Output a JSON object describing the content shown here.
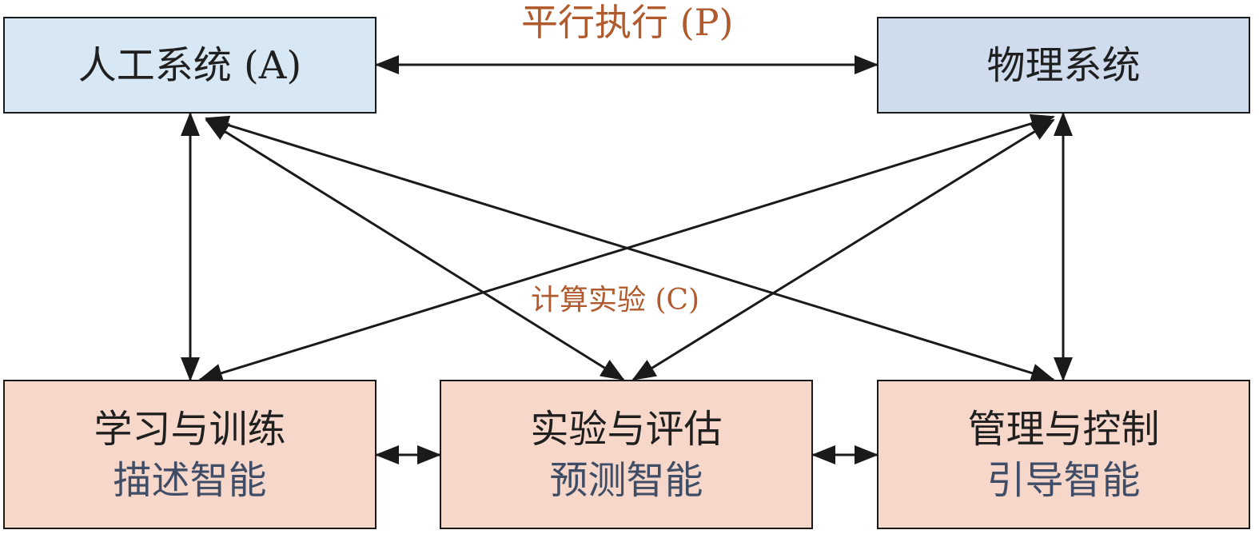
{
  "top": {
    "artificial_system": "人工系统 (A)",
    "physical_system": "物理系统",
    "parallel_execution": "平行执行 (P)"
  },
  "center_label": "计算实验 (C)",
  "bottom": [
    {
      "title": "学习与训练",
      "subtitle": "描述智能"
    },
    {
      "title": "实验与评估",
      "subtitle": "预测智能"
    },
    {
      "title": "管理与控制",
      "subtitle": "引导智能"
    }
  ],
  "colors": {
    "artificial_fill": "#d8e7f4",
    "physical_fill": "#cfdcee",
    "bottom_fill": "#f6d7ca",
    "label_color": "#b05a2e",
    "subtitle_color": "#3f4d66",
    "arrow_color": "#1a1a1a"
  }
}
